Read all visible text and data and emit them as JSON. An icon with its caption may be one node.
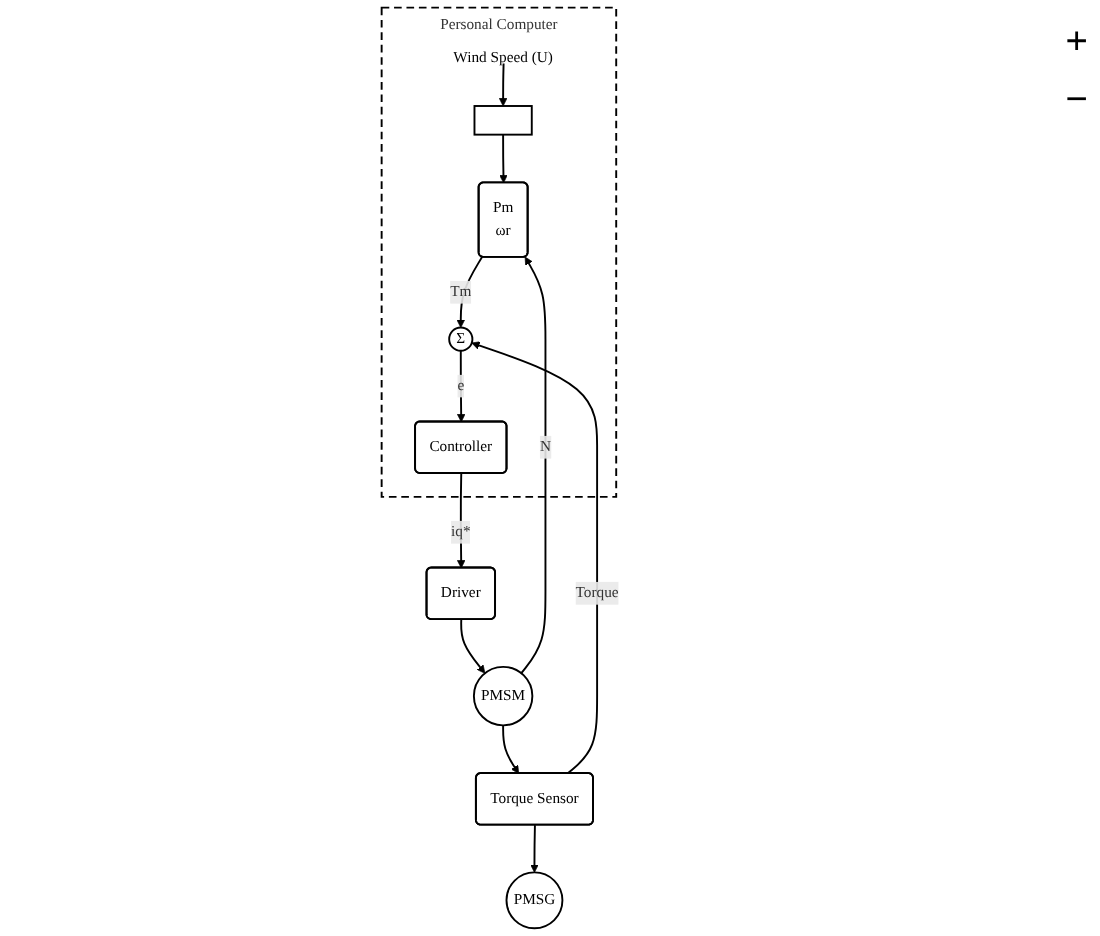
{
  "diagram": {
    "nodes": [
      {
        "text": [
          "Personal Computer"
        ]
      },
      {
        "text": [
          "Wind Speed (U)"
        ],
        "in": 0
      },
      {
        "text": [],
        "shape": "box",
        "in": 0
      },
      {
        "text": [
          "Pm",
          "ωr"
        ],
        "in": 0
      },
      {
        "text": [
          "Σ"
        ],
        "in": 0
      },
      {
        "text": [
          "Controller"
        ],
        "in": 0
      },
      {
        "text": [
          "Driver"
        ]
      },
      {
        "text": [
          "PMSM"
        ]
      },
      {
        "text": [
          "Torque Sensor"
        ]
      },
      {
        "text": [
          "PMSG"
        ]
      }
    ],
    "edges": [
      {
        "from": 1,
        "to": 2,
        "arrow": "to"
      },
      {
        "from": 2,
        "to": 3,
        "arrow": "to"
      },
      {
        "from": 3,
        "to": 4,
        "arrow": "to",
        "label": "Tm"
      },
      {
        "from": 4,
        "to": 5,
        "arrow": "to",
        "label": "e"
      },
      {
        "from": 5,
        "to": 6,
        "arrow": "to",
        "label": "iq*"
      },
      {
        "from": 6,
        "to": 7,
        "arrow": "to"
      },
      {
        "from": 7,
        "to": 3,
        "arrow": "to",
        "label": "N"
      },
      {
        "from": 7,
        "to": 8,
        "arrow": "to"
      },
      {
        "from": 8,
        "to": 4,
        "arrow": "to",
        "label": "Torque"
      },
      {
        "from": 8,
        "to": 9,
        "arrow": "to"
      }
    ],
    "labels": [
      "+",
      "−"
    ]
  }
}
